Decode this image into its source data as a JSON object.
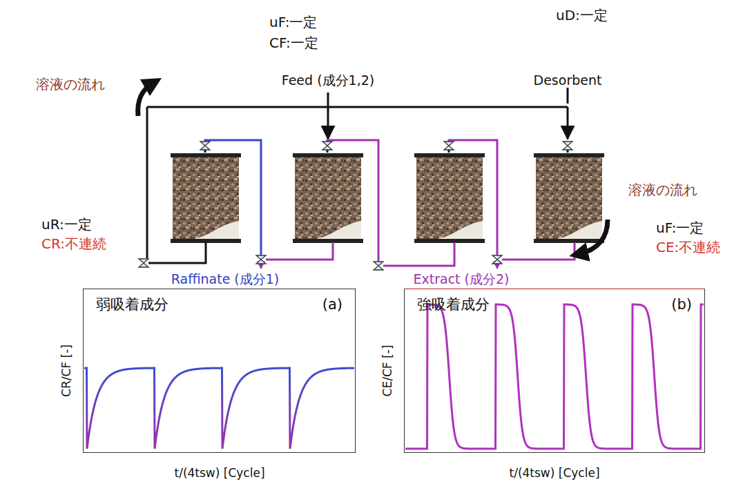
{
  "diagram": {
    "nodes": [
      {
        "text": [
          "弱吸着成分",
          "(a)"
        ]
      },
      {
        "text": [
          "強吸着成分",
          "(b)"
        ]
      }
    ],
    "labels": [
      "uF:一定",
      "CF:一定",
      "uD:一定",
      "溶液の流れ",
      "Feed (成分1,2)",
      "Desorbent",
      "溶液の流れ",
      "uR:一定",
      "CR:不連続",
      "uF:一定",
      "CE:不連続",
      "Raffinate (成分1)",
      "Extract (成分2)",
      "CR/CF [-]",
      "t/(4tsw) [Cycle]",
      "CE/CF [-]",
      "t/(4tsw) [Cycle]"
    ]
  }
}
